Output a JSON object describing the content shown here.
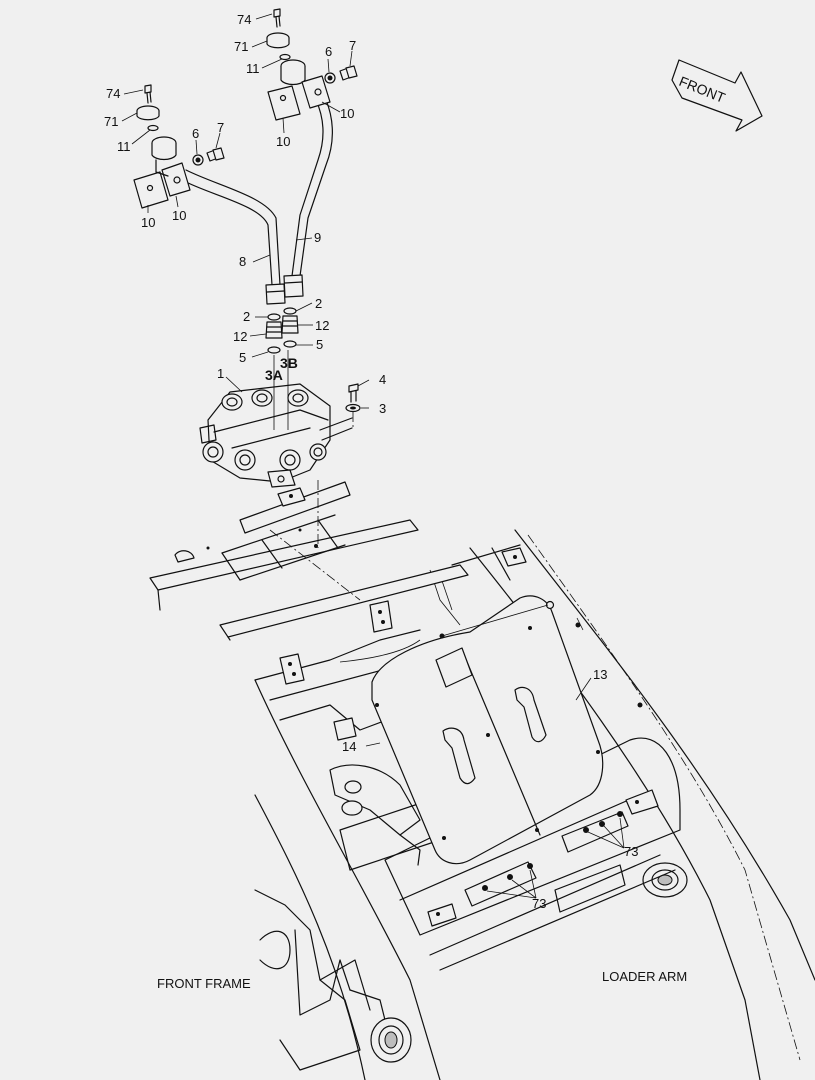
{
  "direction_arrow": {
    "label": "FRONT"
  },
  "regions": {
    "front_frame": "FRONT FRAME",
    "loader_arm": "LOADER ARM"
  },
  "callouts": {
    "c74a": "74",
    "c71a": "71",
    "c11a": "11",
    "c6a": "6",
    "c7a": "7",
    "c10a": "10",
    "c10b": "10",
    "c74b": "74",
    "c71b": "71",
    "c11b": "11",
    "c6b": "6",
    "c7b": "7",
    "c10c": "10",
    "c10d": "10",
    "c9": "9",
    "c8": "8",
    "c2a": "2",
    "c12a": "12",
    "c5a": "5",
    "c2b": "2",
    "c12b": "12",
    "c5b": "5",
    "c3A": "3A",
    "c3B": "3B",
    "c1": "1",
    "c4": "4",
    "c3": "3",
    "c13": "13",
    "c14": "14",
    "c73a": "73",
    "c73b": "73"
  }
}
